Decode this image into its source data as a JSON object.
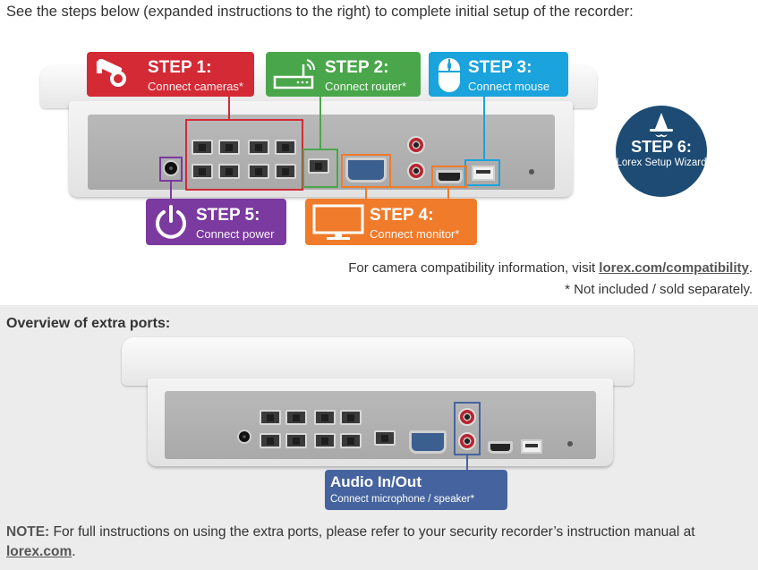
{
  "intro": "See the steps below (expanded instructions to the right) to complete initial setup of the recorder:",
  "steps": [
    {
      "title": "STEP 1:",
      "subtitle": "Connect cameras*",
      "color": "#d32a35"
    },
    {
      "title": "STEP 2:",
      "subtitle": "Connect router*",
      "color": "#4aa64a"
    },
    {
      "title": "STEP 3:",
      "subtitle": "Connect mouse",
      "color": "#1aa3dc"
    },
    {
      "title": "STEP 4:",
      "subtitle": "Connect monitor*",
      "color": "#ef7b2b"
    },
    {
      "title": "STEP 5:",
      "subtitle": "Connect power",
      "color": "#7b3aa0"
    },
    {
      "title": "STEP 6:",
      "subtitle": "Lorex Setup Wizard",
      "color": "#1d4b73"
    }
  ],
  "compat": {
    "prefix": "For camera compatibility information, visit ",
    "link": "lorex.com/compatibility",
    "suffix": "."
  },
  "sold_separately": "* Not included / sold separately.",
  "extra": {
    "title": "Overview of extra ports:",
    "audio_title": "Audio In/Out",
    "audio_subtitle": "Connect microphone / speaker*",
    "audio_color": "#45649f"
  },
  "note": {
    "label": "NOTE:",
    "text": " For full instructions on using the extra ports, please refer to your security recorder’s instruction manual at ",
    "link": "lorex.com",
    "suffix": "."
  }
}
